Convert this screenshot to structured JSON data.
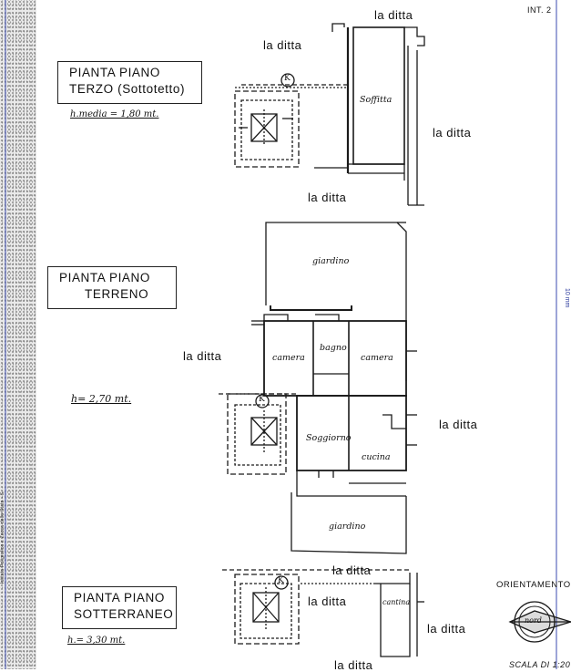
{
  "sheet": {
    "corner_label": "INT. 2",
    "side_margin_text": "Istituto Poligrafico e Zecca dello Stato - S.",
    "scale_reference": "10 mm",
    "orientation_label": "ORIENTAMENTO",
    "compass_label": "nord",
    "scale_label": "SCALA DI 1:20"
  },
  "plans": {
    "third_floor": {
      "title_line1": "PIANTA PIANO",
      "title_line2": "TERZO (Sottotetto)",
      "height_note": "h.media = 1,80 mt.",
      "room_loft": "Soffitta",
      "stair_mark": "K",
      "neighbors": [
        "la ditta",
        "la ditta",
        "la ditta",
        "la ditta"
      ]
    },
    "ground_floor": {
      "title_line1": "PIANTA PIANO",
      "title_line2": "TERRENO",
      "height_note": "h= 2,70 mt.",
      "rooms": {
        "garden_north": "giardino",
        "bedroom_left": "camera",
        "bathroom": "bagno",
        "bedroom_right": "camera",
        "living": "Soggiorno",
        "kitchen": "cucina",
        "garden_south": "giardino"
      },
      "stair_mark": "K",
      "neighbors": [
        "la ditta",
        "la ditta"
      ]
    },
    "basement": {
      "title_line1": "PIANTA PIANO",
      "title_line2": "SOTTERRANEO",
      "height_note": "h.= 3,30 mt.",
      "room_cellar": "cantina",
      "stair_mark": "K",
      "neighbors": [
        "la ditta",
        "la ditta",
        "la ditta",
        "la ditta"
      ]
    }
  }
}
